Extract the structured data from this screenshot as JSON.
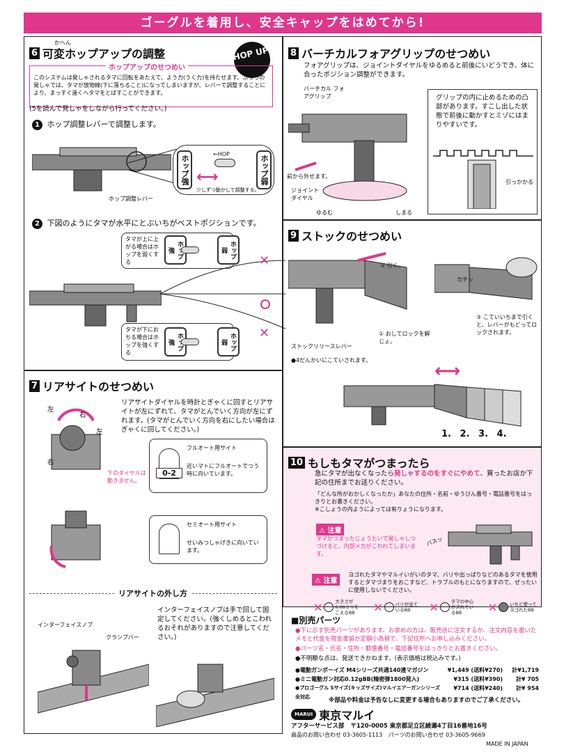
{
  "banner": "ゴーグルを着用し、安全キャップをはめてから!",
  "s6": {
    "num": "6",
    "ruby": "かへん",
    "title": "可変ホップアップの調整",
    "badge": "HOP UP",
    "note_title": "ホップアップのせつめい",
    "note_text": "このシステムは発しゃされるタマに回転をあたえて、よう力(うく力)を持たせます。ふつうの発しゃでは、タマが放物線(下に落ちること)になってしまいますが、レバーで調整することにより、まっすぐ遠くへタマをとばすことができます。",
    "instruction": "(5を読んで発しゃをしながら行ってください。)",
    "step1_num": "1",
    "step1": "ホップ調整レバーで調整します。",
    "hop_strong": "ホップ強",
    "hop_weak": "ホップ弱",
    "hop_lever_label": "←HOP",
    "adjust_note": "少しずつ動かして調整する。",
    "lever_label": "ホップ調整レバー",
    "step2_num": "2",
    "step2": "下図のようにタマが水平にとぶいちがベストポジションです。",
    "upper_note": "タマが上に上がる場合はホップを弱くする",
    "lower_note": "タマが下におちる場合はホップを強くする"
  },
  "s7": {
    "num": "7",
    "title": "リアサイトのせつめい",
    "text": "リアサイトダイヤルを時計とぎゃくに回すとリアサイトが左にずれて、タマがとんでいく方向が左にずれます。(タマがとんでいく方向を右にしたい場合はぎゃくに回してください。)",
    "left1": "左",
    "right1": "右",
    "left2": "左",
    "right2": "右",
    "dial_note": "下のダイヤルは動きません。",
    "full_title": "フルオート用サイト",
    "full_badge": "0-2",
    "full_text": "近いマトにフルオートでつう時に向いています。",
    "semi_title": "セミオート用サイト",
    "semi_text": "せいみつしゃげきに向いています。",
    "removal_title": "リアサイトの外し方",
    "removal_text": "インターフェイスノブは手で回して固定してください。(強くしめるとこわれるおそれがありますので注意してください。)",
    "knob_label": "インターフェイスノブ",
    "clamp_label": "クランプバー"
  },
  "s8": {
    "num": "8",
    "title": "バーチカルフォアグリップのせつめい",
    "text": "フォアグリップは、ジョイントダイヤルをゆるめると前後にいどうでき、体に合ったポジション調整ができます。",
    "grip_label": "バーチカル フォアグリップ",
    "remove_label": "前から外せます。",
    "dial_label": "ジョイント ダイヤル",
    "loosen": "ゆるむ",
    "tighten": "しまる",
    "box_text": "グリップの内に止めるための凸部があります。すこし出した状態で前後に動かすとミゾにはまりやすいです。",
    "catch_label": "引っかかる"
  },
  "s9": {
    "num": "9",
    "title": "ストックのせつめい",
    "pull": "② 引く。",
    "click": "カチッ",
    "release": "① おしてロックを解じょ。",
    "lever_label": "ストックリリースレバー",
    "back_note": "③ こていいちまで引くと、レバーがもどってロックされます。",
    "four_pos": "●4だんかいにこていされます。",
    "positions": "1. 2. 3. 4."
  },
  "s10": {
    "num": "10",
    "title": "もしもタマがつまったら",
    "text1": "急にタマが出なくなったら",
    "text1_pink": "発しゃするのをすぐにやめて",
    "text1_end": "、買ったお店か下記の住所までお送りください。",
    "text2": "「どんな所がおかしくなったか」あなたの住所・名前・ゆうびん番号・電話番号をはっきりとお書きください。",
    "text3": "※こしょうの内ようによっては有りょうになります。",
    "caution_label": "注意",
    "caution1": "タマがつまったじょうたいで発しゃしつづけると、内部メカがこわれてしまいます。",
    "sound": "パスッ",
    "caution2": "ヨゴれたタマやマルイいがいのタマ、バリや出っぱりなどのあるタマを使用するとタマづまりをおこすなど、トラブルのもとになりますので、ぜったいに使用しないでください。",
    "ng1": "大きさが6.00ミリをこえるBB",
    "ng2": "バリが出ているBB",
    "ng3": "タマの中心がズれているBB",
    "ng4": "いちど使ってヨゴれたBB"
  },
  "parts": {
    "title": "■別売パーツ",
    "note1": "●下に示す別売パーツがあります。お求めの方は、販売店に注文するか、注文内容を書いたメモと代金を現金書留か定額小為替で、下記住所へお申し込みください。",
    "note2": "●パーツ名・氏名・住所・郵便番号・電話番号をはっきりとお書きください。",
    "note3": "●不明瞭な点は、発送できかねます。(表示価格は税込みです。)",
    "items": [
      {
        "name": "●電動ガンボーイズ M4シリーズ共通140連マガジン",
        "price": "¥1,449 (送料¥270)",
        "total": "計¥1,719"
      },
      {
        "name": "●ミニ電動ガン対応0.12gBB(精密弾1800発入)",
        "price": "¥315 (送料¥390)",
        "total": "計¥ 705"
      },
      {
        "name": "●プロゴーグル Sサイズ(キッズサイズ)マルイエアーガンシリーズ全対応",
        "price": "¥714 (送料¥240)",
        "total": "計¥ 954"
      }
    ],
    "footnote": "※部品や料金は予告なしに変更する場合もありますのでご了承ください。"
  },
  "footer": {
    "logo_mark": "MARUI",
    "company": "東京マルイ",
    "service": "アフターサービス部",
    "address": "〒120-0005 東京都足立区綾瀬4丁目16番地16号",
    "phone_products": "商品のお問い合わせ 03-3605-1113",
    "phone_parts": "パーツのお問い合わせ 03-3605-9669",
    "made_in": "MADE IN JAPAN"
  },
  "colors": {
    "accent": "#e0378d",
    "panel": "#f9d8e8"
  }
}
